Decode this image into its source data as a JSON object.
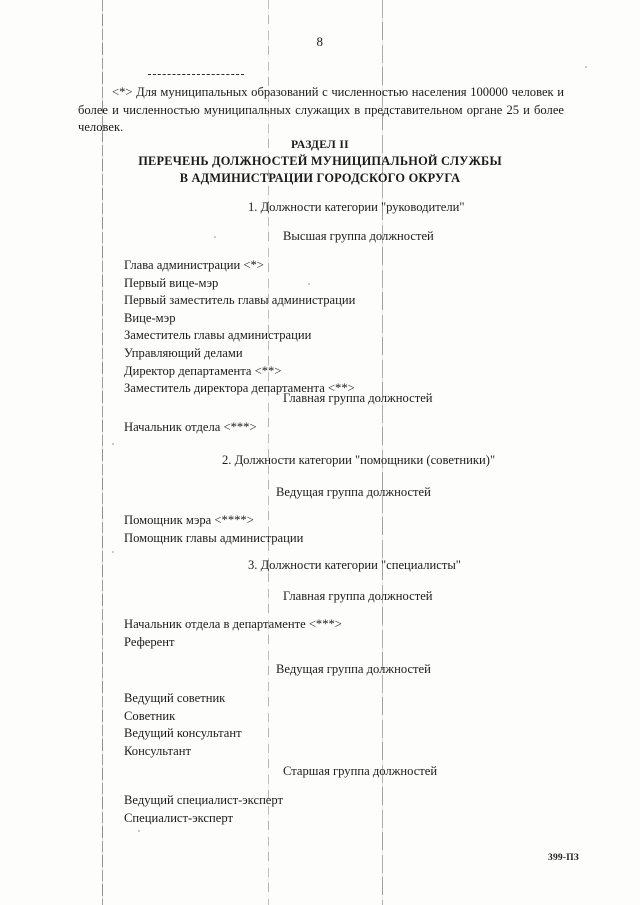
{
  "page": {
    "number": "8",
    "footer_code": "399-ПЗ"
  },
  "footnote": {
    "text": "<*> Для муниципальных образований с численностью населения 100000 человек и более и численностью муниципальных служащих в представительном органе 25 и более человек."
  },
  "title": {
    "section": "РАЗДЕЛ II",
    "line1": "ПЕРЕЧЕНЬ ДОЛЖНОСТЕЙ МУНИЦИПАЛЬНОЙ СЛУЖБЫ",
    "line2": "В АДМИНИСТРАЦИИ ГОРОДСКОГО ОКРУГА"
  },
  "categories": [
    {
      "heading": "1. Должности категории \"руководители\"",
      "groups": [
        {
          "heading": "Высшая группа должностей",
          "positions": [
            "Глава администрации <*>",
            "Первый вице-мэр",
            "Первый заместитель главы администрации",
            "Вице-мэр",
            "Заместитель главы администрации",
            "Управляющий делами",
            "Директор департамента <**>",
            "Заместитель директора департамента <**>"
          ]
        },
        {
          "heading": "Главная группа должностей",
          "positions": [
            "Начальник отдела <***>"
          ]
        }
      ]
    },
    {
      "heading": "2. Должности категории \"помощники (советники)\"",
      "groups": [
        {
          "heading": "Ведущая группа должностей",
          "positions": [
            "Помощник мэра <****>",
            "Помощник главы администрации"
          ]
        }
      ]
    },
    {
      "heading": "3. Должности категории \"специалисты\"",
      "groups": [
        {
          "heading": "Главная группа должностей",
          "positions": [
            "Начальник отдела в департаменте <***>",
            "Референт"
          ]
        },
        {
          "heading": "Ведущая группа должностей",
          "positions": [
            "Ведущий советник",
            "Советник",
            "Ведущий консультант",
            "Консультант"
          ]
        },
        {
          "heading": "Старшая группа должностей",
          "positions": [
            "Ведущий специалист-эксперт",
            "Специалист-эксперт"
          ]
        }
      ]
    }
  ]
}
